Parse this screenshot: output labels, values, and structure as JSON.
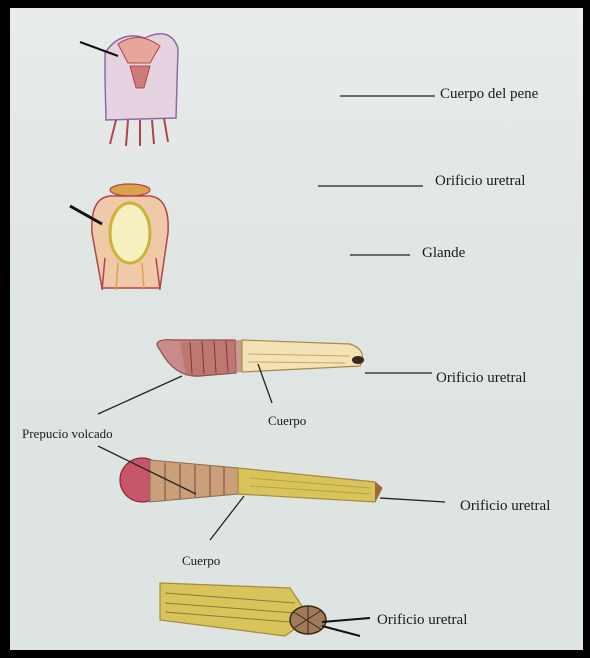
{
  "labels": {
    "cuerpo_del_pene": "Cuerpo del pene",
    "orificio_uretral_1": "Orificio uretral",
    "glande": "Glande",
    "orificio_uretral_2": "Orificio uretral",
    "cuerpo_1": "Cuerpo",
    "prepucio_volcado": "Prepucio volcado",
    "orificio_uretral_3": "Orificio uretral",
    "cuerpo_2": "Cuerpo",
    "orificio_uretral_4": "Orificio uretral"
  },
  "colors": {
    "page": "#e2e8e6",
    "ink": "#1a1a1a",
    "tissue_red": "#b3434a",
    "tissue_yellow": "#d9c45c",
    "tissue_tan": "#c9a66b",
    "purple": "#8e6aa6"
  }
}
